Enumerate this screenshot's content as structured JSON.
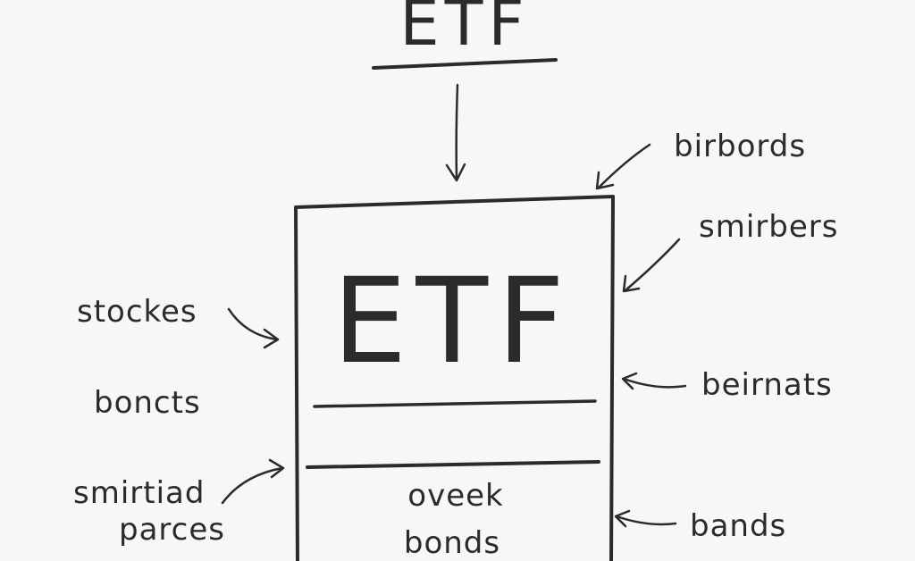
{
  "title": "ETF",
  "box": {
    "heading": "ETF",
    "bottom_line1": "oveek",
    "bottom_line2": "bonds"
  },
  "labels": {
    "birbords": "birbords",
    "smirbers": "smirbers",
    "beirnats": "beirnats",
    "bands": "bands",
    "stockes": "stockes",
    "boncts": "boncts",
    "smirtiad": "smirtiad",
    "parces": "parces"
  },
  "colors": {
    "ink": "#2b2b2b",
    "paper": "#f7f7f5"
  }
}
